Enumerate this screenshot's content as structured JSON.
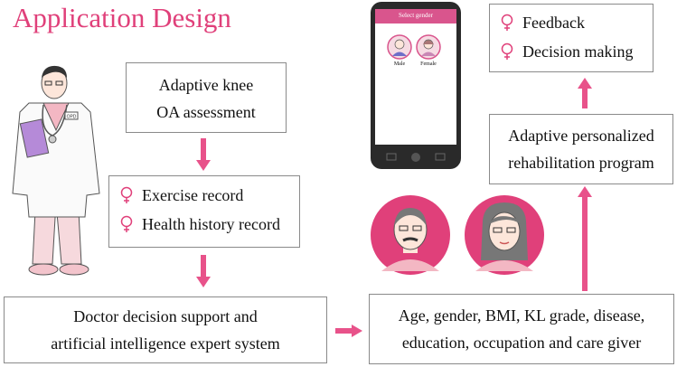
{
  "title": "Application Design",
  "steps": {
    "assessment": [
      "Adaptive knee",
      "OA assessment"
    ],
    "records": [
      "Exercise record",
      "Health history record"
    ],
    "decision_support": [
      "Doctor decision support and",
      "artificial intelligence expert system"
    ],
    "patient_factors": [
      "Age, gender, BMI, KL grade, disease,",
      "education, occupation and care giver"
    ],
    "rehab_program": [
      "Adaptive personalized",
      "rehabilitation program"
    ],
    "outcomes": [
      "Feedback",
      "Decision making"
    ]
  },
  "phone": {
    "header": "Select gender",
    "options": [
      "Male",
      "Female"
    ]
  },
  "colors": {
    "accent": "#e0407a",
    "arrow": "#e8528a",
    "doctor_badge_text": "OPD"
  }
}
